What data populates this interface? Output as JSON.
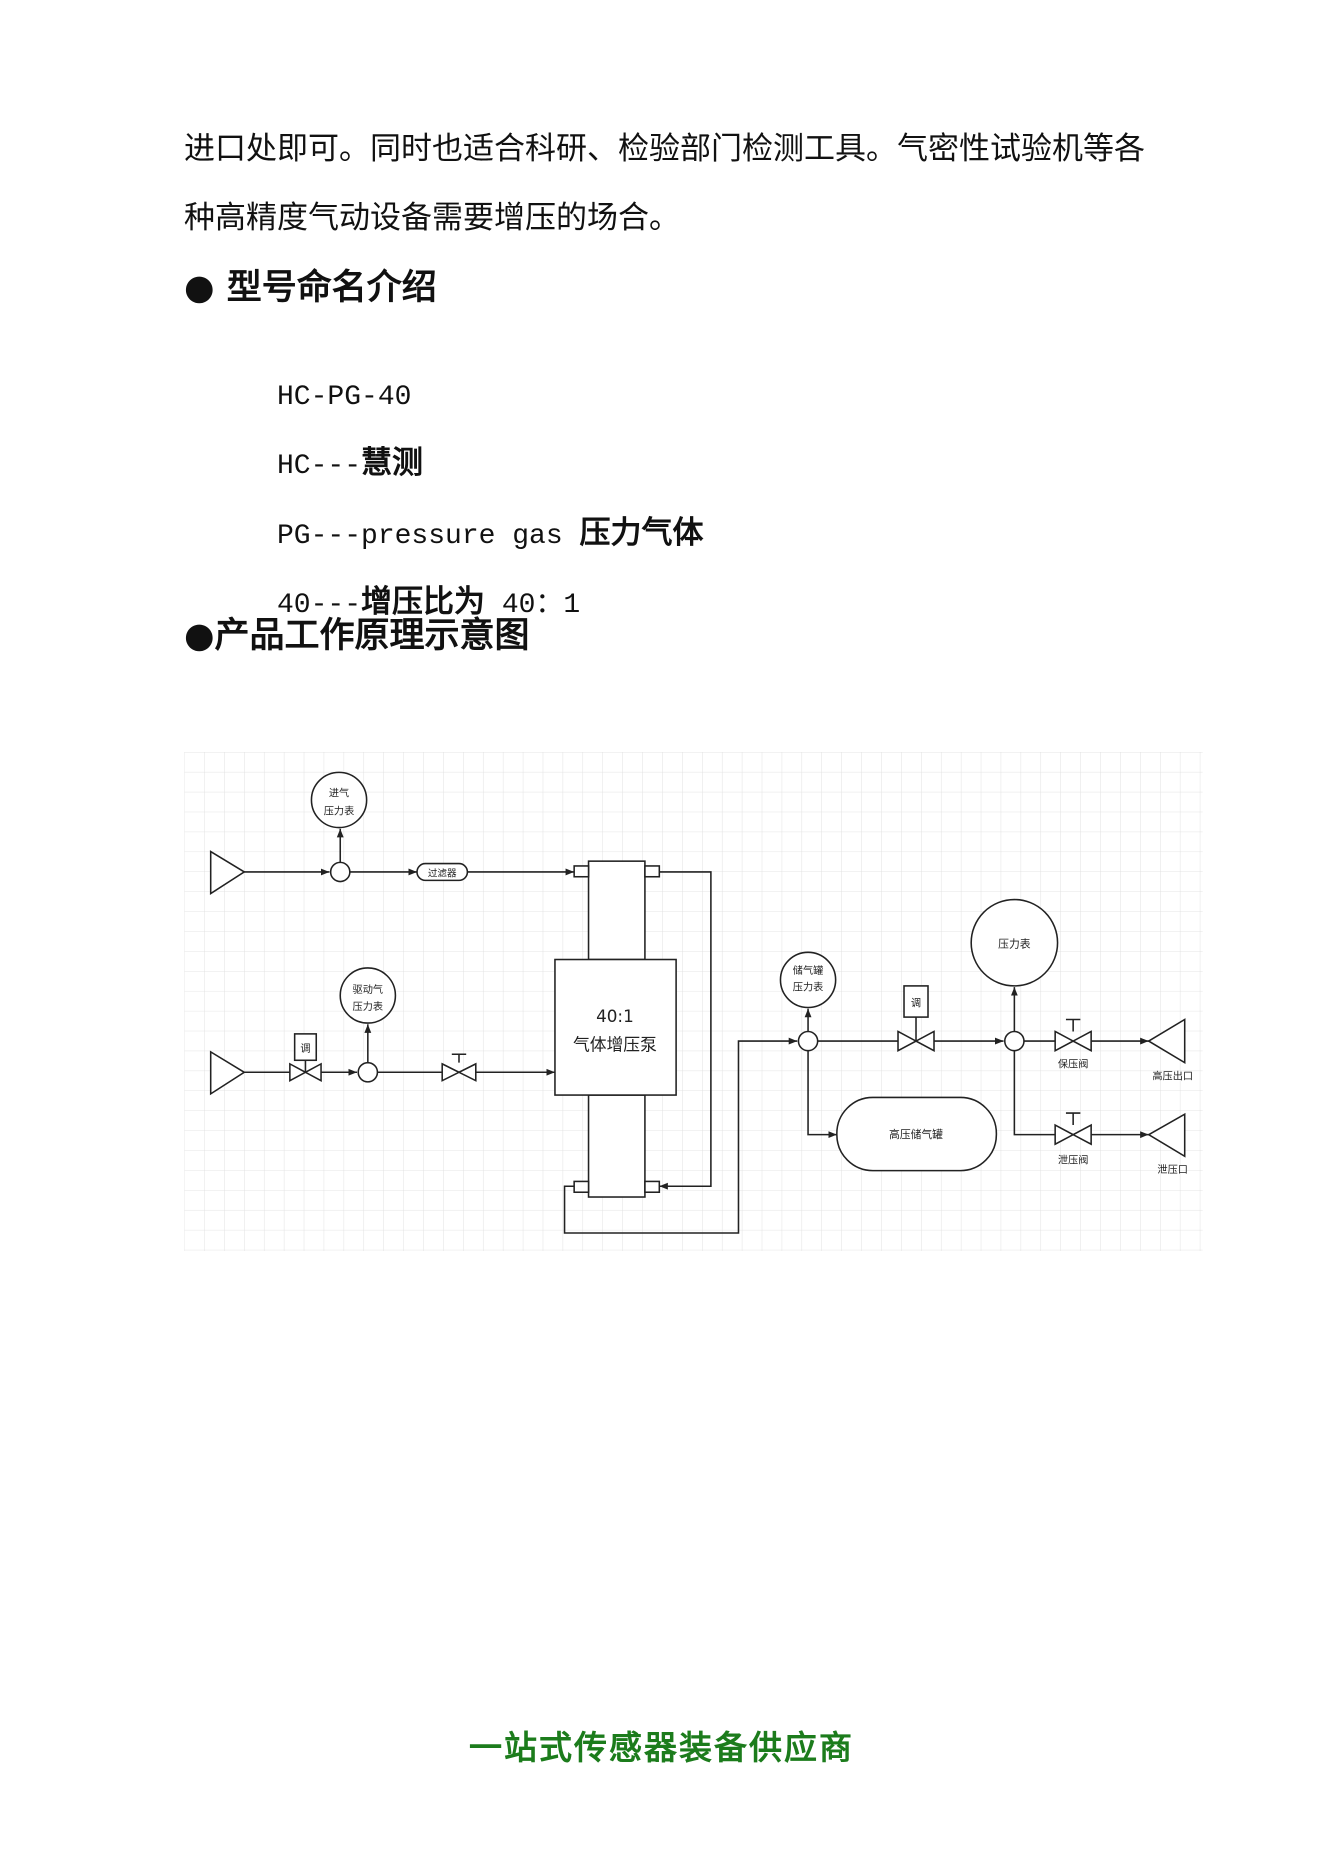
{
  "body_text": {
    "lines": [
      "进口处即可。同时也适合科研、检验部门检测工具。气密性试验机等各",
      "种高精度气动设备需要增压的场合。"
    ]
  },
  "model_naming": {
    "heading": "● 型号命名介绍",
    "model": "HC-PG-40",
    "entries": [
      {
        "code": "HC---",
        "meaning": "慧测"
      },
      {
        "code": "PG---pressure gas ",
        "meaning": "压力气体"
      },
      {
        "code": "40---",
        "meaning": "增压比为",
        "value": " 40：1"
      }
    ]
  },
  "principle": {
    "heading": "●产品工作原理示意图",
    "diagram": {
      "inlet_gauge": [
        "进气",
        "压力表"
      ],
      "filter": "过滤器",
      "pump": {
        "ratio": "40:1",
        "name": "气体增压泵"
      },
      "drive_gauge": [
        "驱动气",
        "压力表"
      ],
      "regulator": "调",
      "tank_gauge": [
        "储气罐",
        "压力表"
      ],
      "outlet_gauge": "压力表",
      "tank": "高压储气罐",
      "hold_valve": "保压阀",
      "outlet": "高压出口",
      "relief_valve": "泄压阀",
      "relief_outlet": "泄压口"
    }
  },
  "footer": {
    "slogan": "一站式传感器装备供应商"
  },
  "colors": {
    "footer_text": "#1c7c1c",
    "diagram_line": "#222222",
    "grid": "#dddddd"
  }
}
